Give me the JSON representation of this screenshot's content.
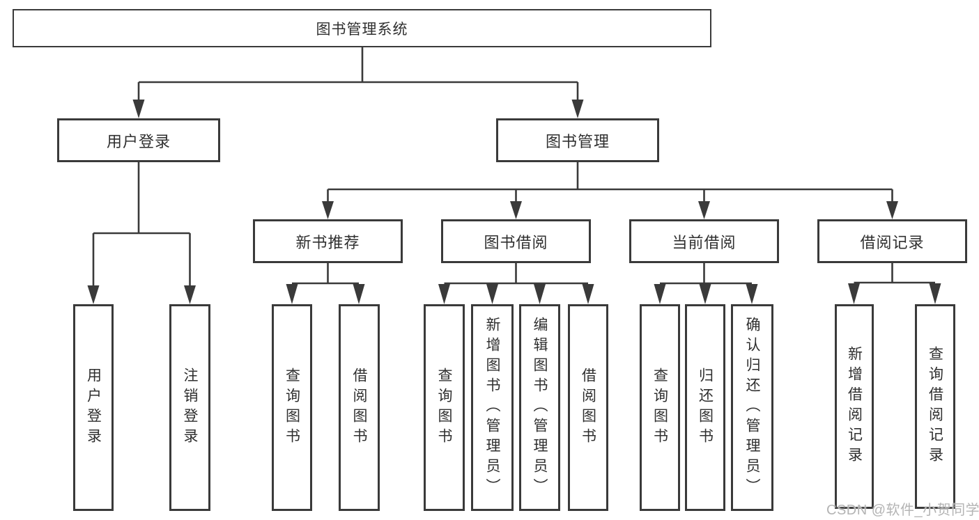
{
  "diagram": {
    "root": {
      "label": "图书管理系统"
    },
    "branches": [
      {
        "label": "用户登录"
      },
      {
        "label": "图书管理"
      }
    ],
    "modules": [
      {
        "label": "新书推荐"
      },
      {
        "label": "图书借阅"
      },
      {
        "label": "当前借阅"
      },
      {
        "label": "借阅记录"
      }
    ],
    "leaves": [
      {
        "label": "用户登录"
      },
      {
        "label": "注销登录"
      },
      {
        "label": "查询图书"
      },
      {
        "label": "借阅图书"
      },
      {
        "label": "查询图书"
      },
      {
        "label": "新增图书（管理员）"
      },
      {
        "label": "编辑图书（管理员）"
      },
      {
        "label": "借阅图书"
      },
      {
        "label": "查询图书"
      },
      {
        "label": "归还图书"
      },
      {
        "label": "确认归还（管理员）"
      },
      {
        "label": "新增借阅记录"
      },
      {
        "label": "查询借阅记录"
      }
    ],
    "watermark": "CSDN @软件_小贺同学",
    "colors": {
      "line": "#3a3a3a",
      "text": "#2f2f2f",
      "watermark": "#b4b4b4",
      "background": "#ffffff"
    }
  }
}
